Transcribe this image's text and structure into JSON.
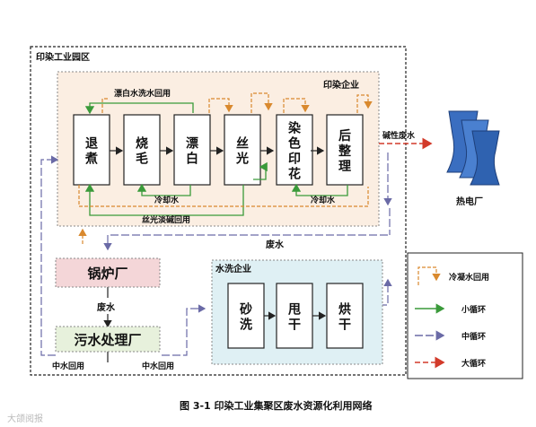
{
  "park": {
    "title": "印染工业园区"
  },
  "enterprise": {
    "title": "印染企业"
  },
  "processes": [
    {
      "label": "退\n煮"
    },
    {
      "label": "烧\n毛"
    },
    {
      "label": "漂\n白"
    },
    {
      "label": "丝\n光"
    },
    {
      "label": "染\n色\n印\n花"
    },
    {
      "label": "后\n整\n理"
    }
  ],
  "annotations": {
    "bleach_wash_reuse": "漂白水洗水回用",
    "cooling_water_1": "冷却水",
    "cooling_water_2": "冷却水",
    "mercerize_reuse": "丝光淡碱回用",
    "alkaline_wastewater": "碱性废水",
    "wastewater_top": "废水",
    "wastewater_mid": "废水",
    "reclaimed_1": "中水回用",
    "reclaimed_2": "中水回用"
  },
  "boiler": {
    "label": "锅炉厂"
  },
  "sewage": {
    "label": "污水处理厂"
  },
  "power_plant": {
    "label": "热电厂"
  },
  "washing": {
    "title": "水洗企业",
    "processes": [
      {
        "label": "砂\n洗"
      },
      {
        "label": "甩\n干"
      },
      {
        "label": "烘\n干"
      }
    ]
  },
  "legend": [
    {
      "label": "冷凝水回用",
      "color": "#d9892e"
    },
    {
      "label": "小循环",
      "color": "#3a9a3a"
    },
    {
      "label": "中循环",
      "color": "#6a6aa6"
    },
    {
      "label": "大循环",
      "color": "#d23a2a"
    }
  ],
  "caption": "图 3-1  印染工业集聚区废水资源化利用网络",
  "watermark": "大颌阅报",
  "colors": {
    "enterprise_fill": "#fbeee2",
    "washing_fill": "#dff0f4",
    "boiler_fill": "#f4d6d8",
    "sewage_fill": "#e7f1dc"
  }
}
